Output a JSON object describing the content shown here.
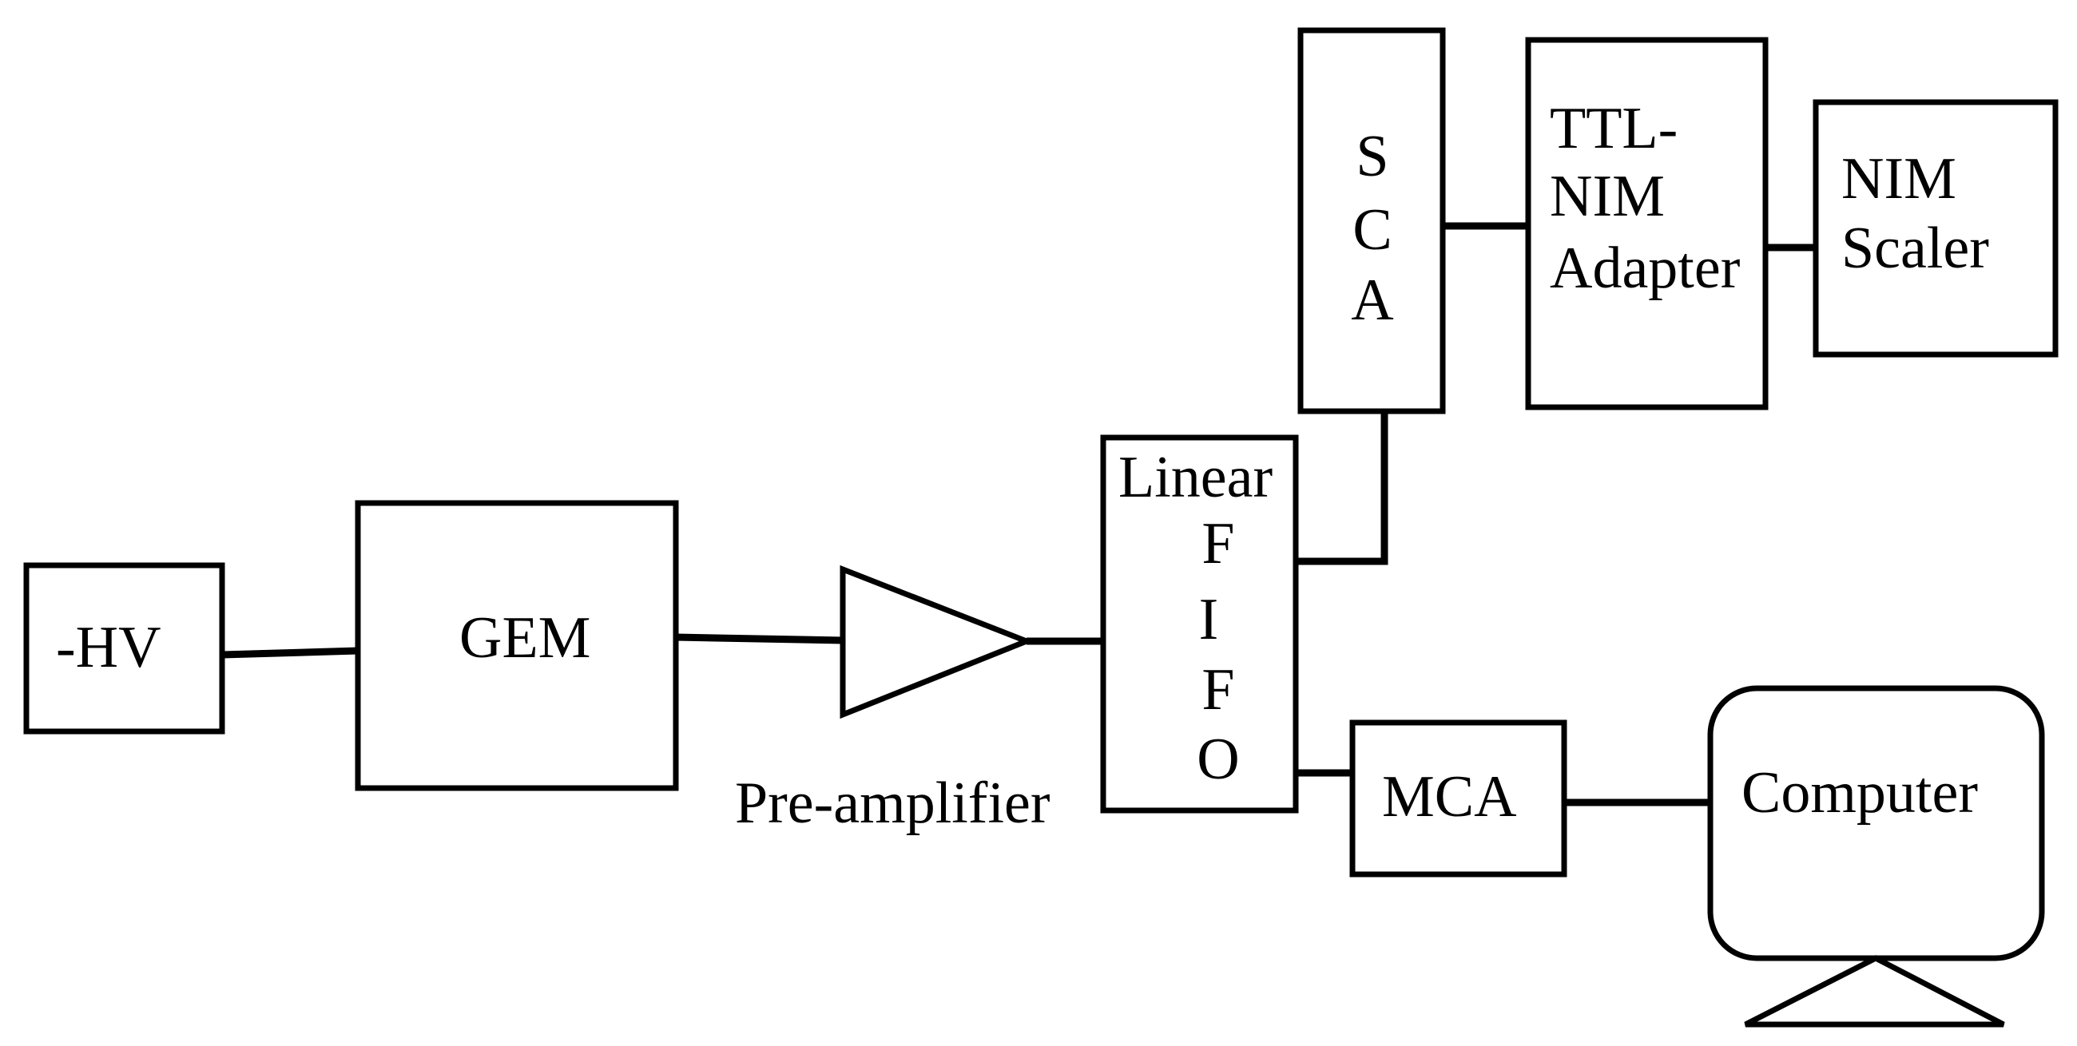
{
  "blocks": {
    "hv": "-HV",
    "gem": "GEM",
    "preamp": "Pre-amplifier",
    "fifo": {
      "line1": "Linear",
      "line2": "F",
      "line3": "I",
      "line4": "F",
      "line5": "O"
    },
    "sca": {
      "line1": "S",
      "line2": "C",
      "line3": "A"
    },
    "ttl": {
      "line1": "TTL-",
      "line2": "NIM",
      "line3": "Adapter"
    },
    "scaler": {
      "line1": "NIM",
      "line2": "Scaler"
    },
    "mca": "MCA",
    "computer": "Computer"
  },
  "colors": {
    "stroke": "#000000",
    "background": "#ffffff"
  }
}
